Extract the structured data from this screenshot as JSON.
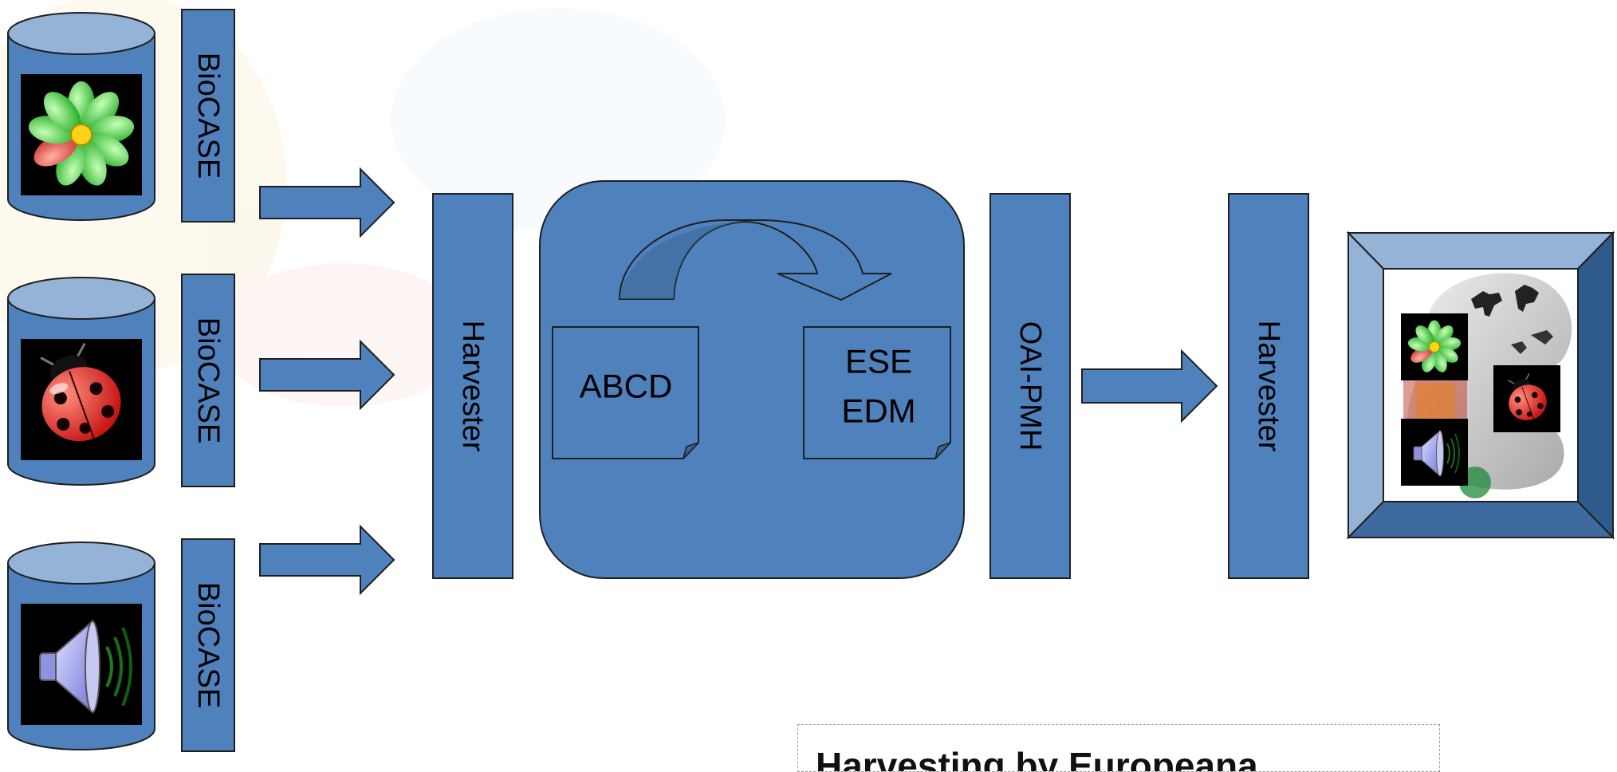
{
  "sources": [
    {
      "connector_label": "BioCASE",
      "icon": "flower-icon"
    },
    {
      "connector_label": "BioCASE",
      "icon": "ladybug-icon"
    },
    {
      "connector_label": "BioCASE",
      "icon": "speaker-icon"
    }
  ],
  "harvester_left": "Harvester",
  "transform": {
    "input_label": "ABCD",
    "output_line1": "ESE",
    "output_line2": "EDM"
  },
  "oai_label": "OAI-PMH",
  "harvester_right": "Harvester",
  "portal": {
    "icons": [
      "flower-icon",
      "ladybug-icon",
      "speaker-icon",
      "horse-photo-icon"
    ]
  },
  "caption": "Harvesting by Europeana",
  "colors": {
    "box_fill": "#4f81bd",
    "box_stroke": "#1f1f1f",
    "cylinder_top": "#95b3d7"
  }
}
